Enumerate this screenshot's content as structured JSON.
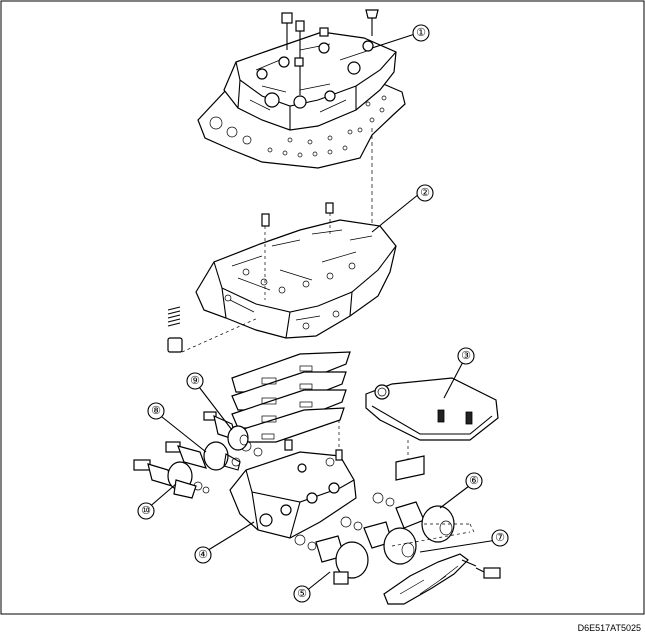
{
  "diagram": {
    "reference_code": "D6E517AT5025",
    "callouts": [
      {
        "id": "1",
        "label": "①"
      },
      {
        "id": "2",
        "label": "②"
      },
      {
        "id": "3",
        "label": "③"
      },
      {
        "id": "4",
        "label": "④"
      },
      {
        "id": "5",
        "label": "⑤"
      },
      {
        "id": "6",
        "label": "⑥"
      },
      {
        "id": "7",
        "label": "⑦"
      },
      {
        "id": "8",
        "label": "⑧"
      },
      {
        "id": "9",
        "label": "⑨"
      },
      {
        "id": "10",
        "label": "⑩"
      }
    ]
  }
}
